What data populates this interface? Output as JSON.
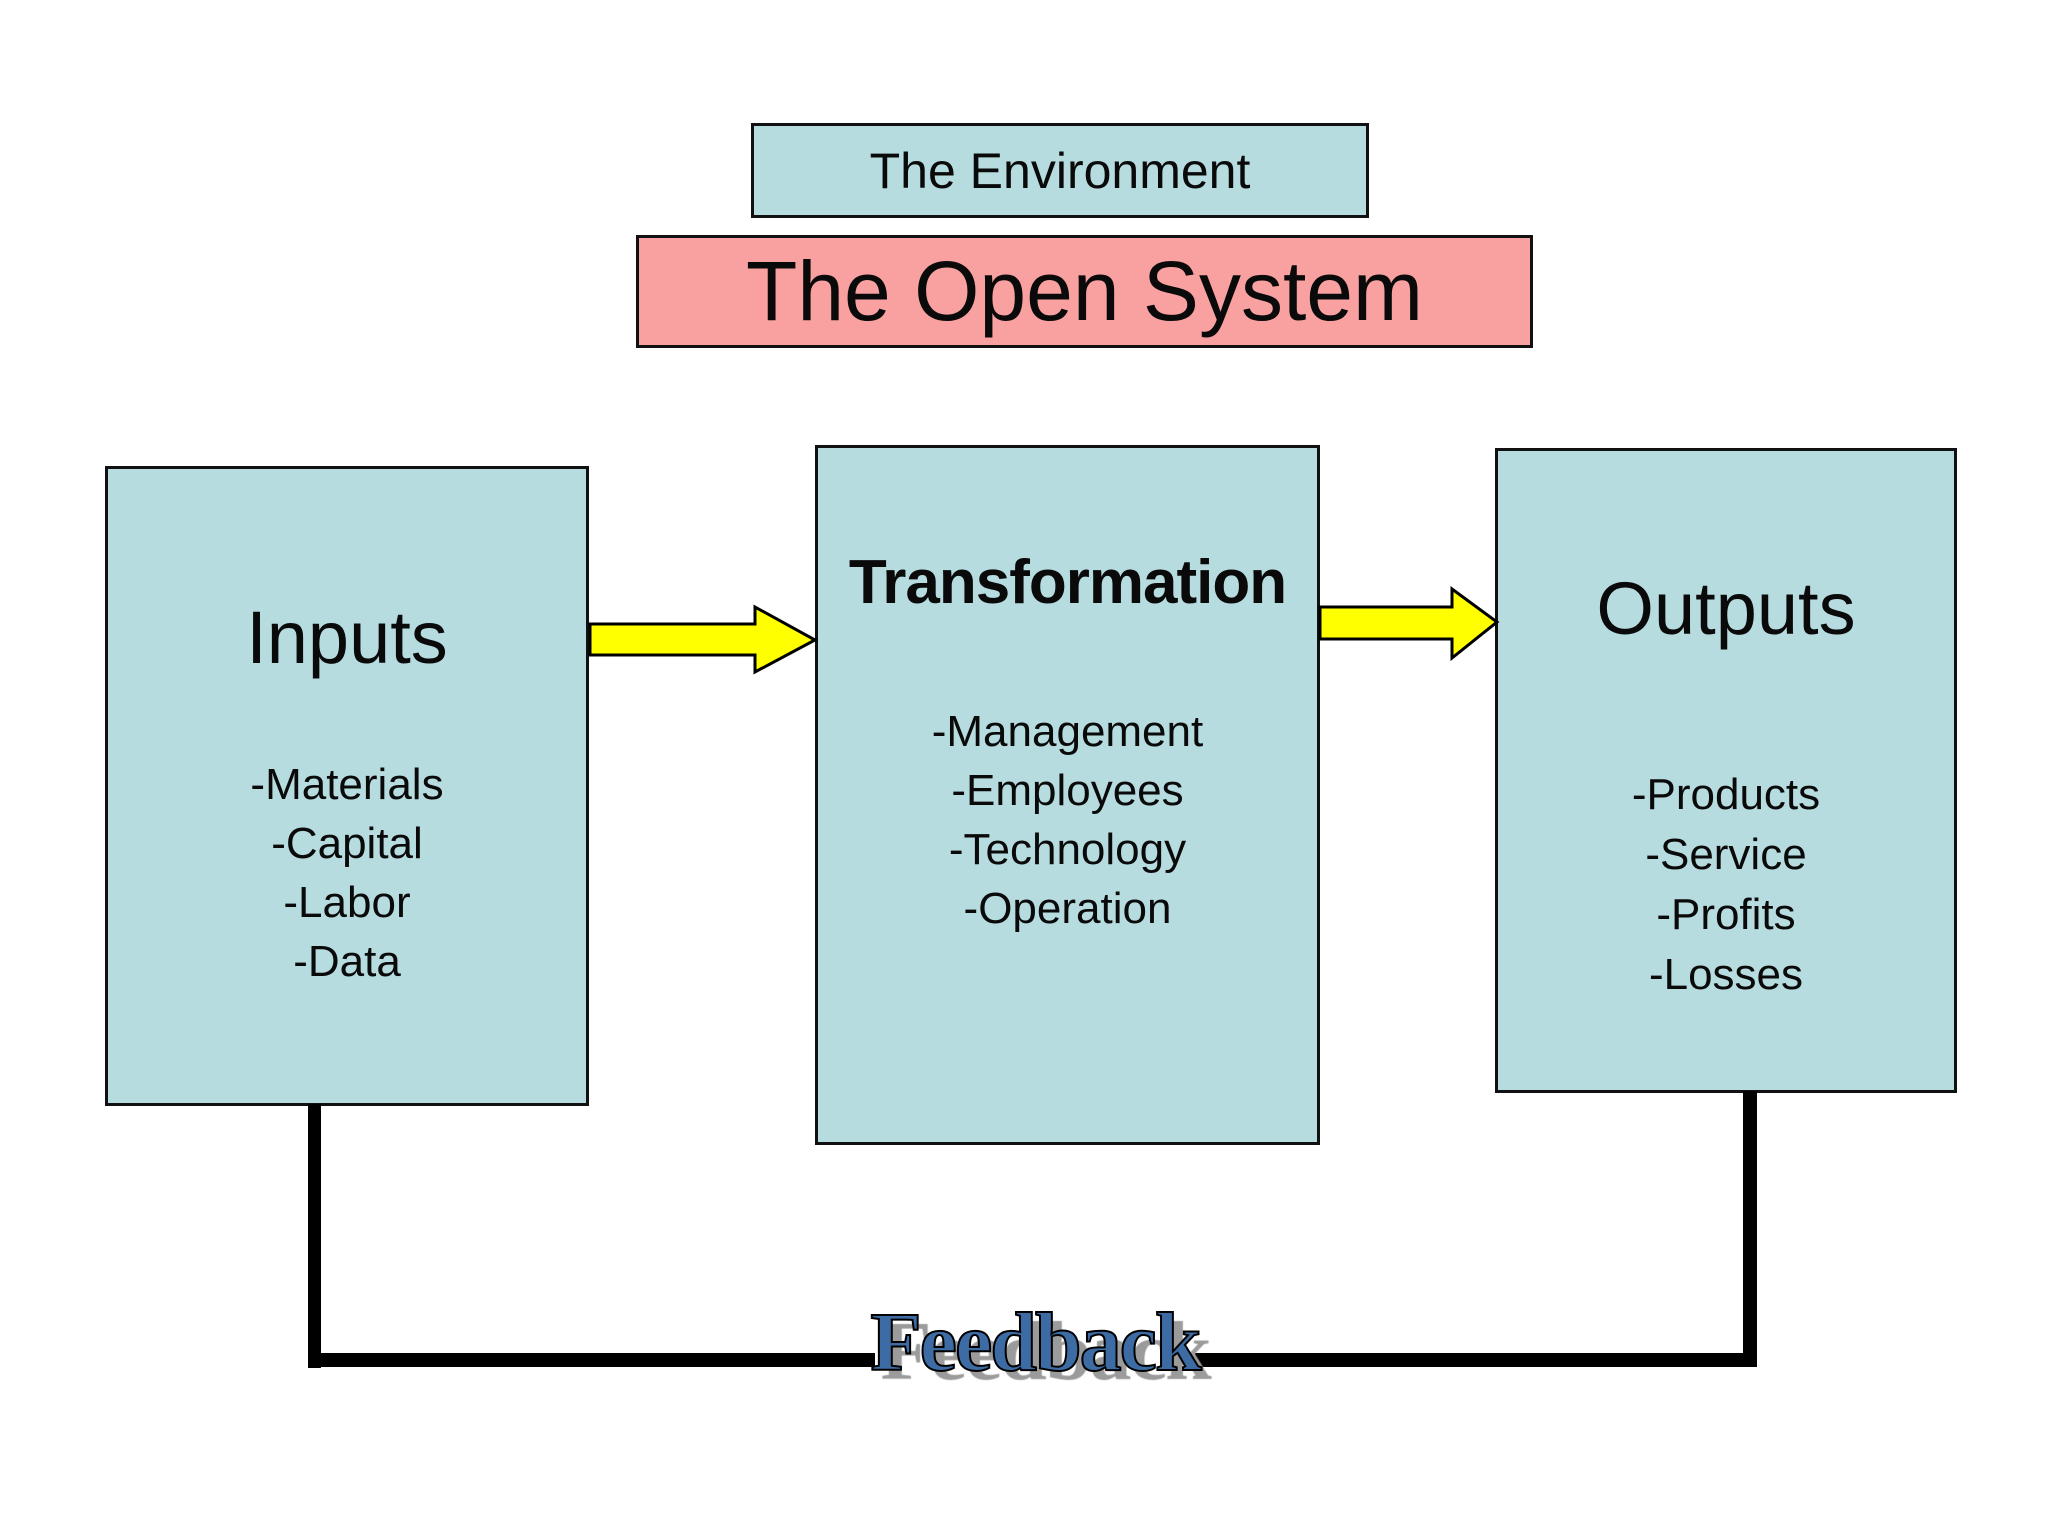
{
  "slide": {
    "environment_label": "The Environment",
    "open_system_label": "The Open System"
  },
  "boxes": [
    {
      "title": "Inputs",
      "items": [
        "-Materials",
        "-Capital",
        "-Labor",
        "-Data"
      ]
    },
    {
      "title": "Transformation",
      "items": [
        "-Management",
        "-Employees",
        "-Technology",
        "-Operation"
      ]
    },
    {
      "title": "Outputs",
      "items": [
        "-Products",
        "-Service",
        "-Profits",
        "-Losses"
      ]
    }
  ],
  "feedback": {
    "label": "Feedback"
  },
  "icons": {
    "flow_arrow_1": "right-arrow",
    "flow_arrow_2": "right-arrow"
  },
  "colors": {
    "background": "#ffffff",
    "box_fill": "#b7dce0",
    "open_system_fill": "#f9a1a1",
    "border": "#111111",
    "arrow_fill": "#ffff00",
    "feedback_line": "#000000",
    "feedback_text": "#3d6ca5",
    "feedback_shadow": "#9b9b9b"
  }
}
